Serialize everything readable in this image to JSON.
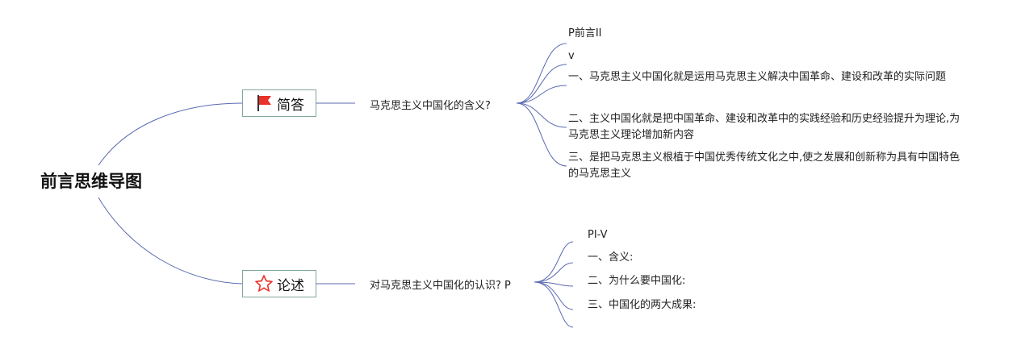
{
  "root": {
    "label": "前言思维导图"
  },
  "branches": [
    {
      "label": "简答",
      "icon": "red-flag-icon",
      "question": "马克思主义中国化的含义?",
      "leaves": [
        "P前言II",
        "v",
        "一、马克思主义中国化就是运用马克思主义解决中国革命、建设和改革的实际问题",
        "二、主义中国化就是把中国革命、建设和改革中的实践经验和历史经验提升为理论,为马克思主义理论增加新内容",
        "三、是把马克思主义根植于中国优秀传统文化之中,使之发展和创新称为具有中国特色的马克思主义"
      ]
    },
    {
      "label": "论述",
      "icon": "star-outline-icon",
      "question": "对马克思主义中国化的认识? P",
      "leaves": [
        "PI-V",
        "一、含义:",
        "二、为什么要中国化:",
        "三、中国化的两大成果:",
        ""
      ]
    }
  ],
  "colors": {
    "connector": "#5b6ab0",
    "branch_border": "#7fa797",
    "flag": "#e8322a",
    "star": "#e8322a"
  }
}
